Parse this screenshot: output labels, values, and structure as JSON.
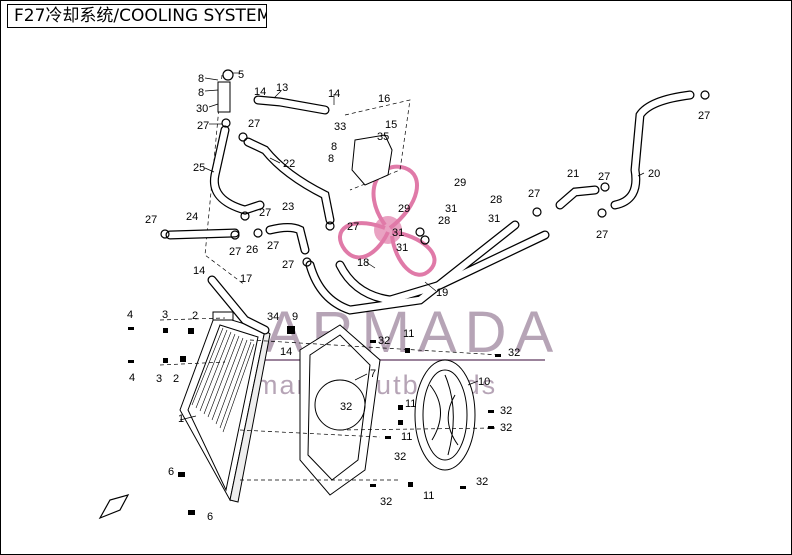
{
  "title": "F27冷却系统/COOLING SYSTEM",
  "watermark": {
    "brand": "ARMADA",
    "tagline": "marine outboards"
  },
  "colors": {
    "line": "#000000",
    "watermark_pink": "#e07aa8",
    "watermark_gray": "#7a5a7a"
  },
  "labels": {
    "l1": "1",
    "l2a": "2",
    "l2b": "2",
    "l3a": "3",
    "l3b": "3",
    "l4a": "4",
    "l4b": "4",
    "l5": "5",
    "l6a": "6",
    "l6b": "6",
    "l7": "7",
    "l8a": "8",
    "l8b": "8",
    "l8c": "8",
    "l8d": "8",
    "l9": "9",
    "l10": "10",
    "l11a": "11",
    "l11b": "11",
    "l11c": "11",
    "l11d": "11",
    "l13": "13",
    "l14a": "14",
    "l14b": "14",
    "l14c": "14",
    "l14d": "14",
    "l15": "15",
    "l16": "16",
    "l17": "17",
    "l18": "18",
    "l19": "19",
    "l20": "20",
    "l21": "21",
    "l22": "22",
    "l23": "23",
    "l24": "24",
    "l25": "25",
    "l26": "26",
    "l27a": "27",
    "l27b": "27",
    "l27c": "27",
    "l27d": "27",
    "l27e": "27",
    "l27f": "27",
    "l27g": "27",
    "l27h": "27",
    "l27i": "27",
    "l27j": "27",
    "l27k": "27",
    "l27l": "27",
    "l28a": "28",
    "l28b": "28",
    "l29a": "29",
    "l29b": "29",
    "l30": "30",
    "l31a": "31",
    "l31b": "31",
    "l31c": "31",
    "l31d": "31",
    "l32a": "32",
    "l32b": "32",
    "l32c": "32",
    "l32d": "32",
    "l32e": "32",
    "l32f": "32",
    "l32g": "32",
    "l33": "33",
    "l34": "34",
    "l35": "35"
  }
}
